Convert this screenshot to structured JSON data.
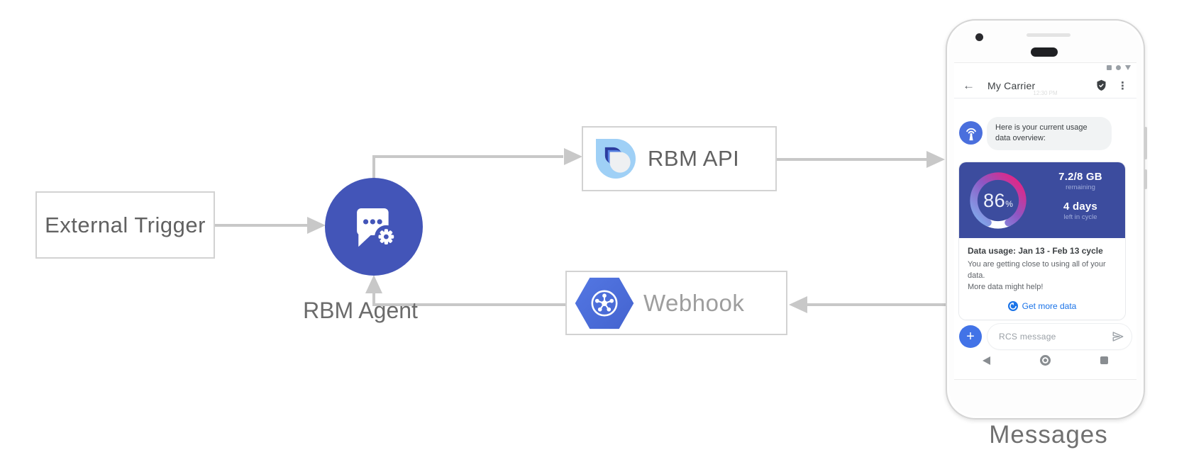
{
  "colors": {
    "agent_indigo": "#4355b8",
    "card_indigo": "#3c4c9e",
    "link_blue": "#1a73e8",
    "arrow_gray": "#c8c8c8",
    "gauge_gradient": [
      "#7fb2f0",
      "#8e57c4",
      "#ea2180"
    ]
  },
  "diagram": {
    "external_trigger_label": "External Trigger",
    "rbm_agent_label": "RBM Agent",
    "rbm_api_label": "RBM API",
    "webhook_label": "Webhook",
    "phone_caption": "Messages"
  },
  "phone": {
    "status_icons": [
      "stop-square",
      "record-circle",
      "dropdown-triangle"
    ],
    "header": {
      "back_glyph": "←",
      "title": "My Carrier",
      "verified_badge": "shield-check",
      "menu_glyph": "⋮"
    },
    "faint_timestamp": "12:30 PM",
    "agent_message": "Here is your current usage data overview:",
    "usage_card": {
      "percent_value": "86",
      "percent_unit": "%",
      "remaining_value": "7.2/8 GB",
      "remaining_label": "remaining",
      "days_value": "4 days",
      "days_label": "left in cycle",
      "title": "Data usage: Jan 13 - Feb 13 cycle",
      "body_line1": "You are getting close to using all of your data.",
      "body_line2": "More data might help!",
      "cta_label": "Get more data"
    },
    "composer": {
      "plus_glyph": "+",
      "placeholder": "RCS message"
    },
    "nav_icons": [
      "back-triangle",
      "home-circle",
      "recents-square"
    ]
  }
}
